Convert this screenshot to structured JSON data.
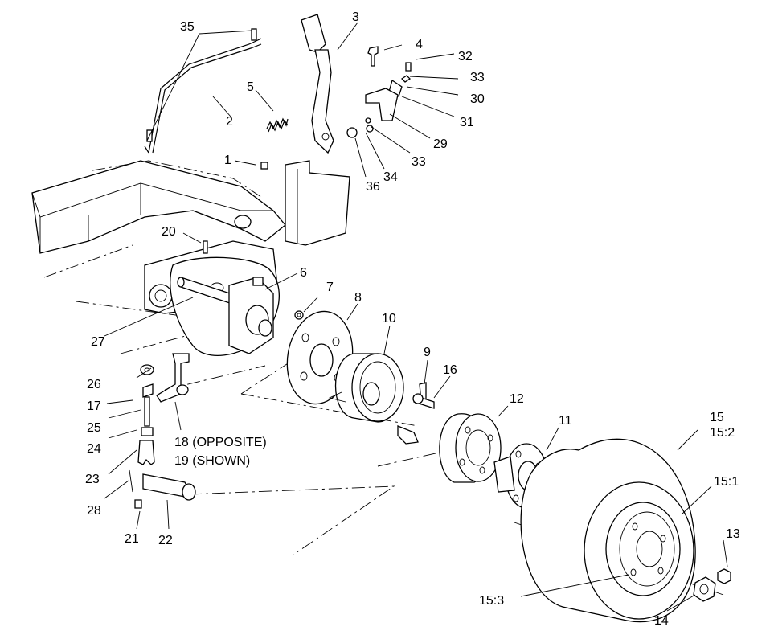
{
  "callouts": {
    "c1": "1",
    "c2": "2",
    "c3": "3",
    "c4": "4",
    "c5": "5",
    "c6": "6",
    "c7": "7",
    "c8": "8",
    "c9": "9",
    "c10": "10",
    "c11": "11",
    "c12": "12",
    "c13": "13",
    "c14": "14",
    "c15": "15",
    "c15_2": "15:2",
    "c15_1": "15:1",
    "c15_3": "15:3",
    "c16": "16",
    "c17": "17",
    "c18": "18 (OPPOSITE)",
    "c19": "19 (SHOWN)",
    "c20": "20",
    "c21": "21",
    "c22": "22",
    "c23": "23",
    "c24": "24",
    "c25": "25",
    "c26": "26",
    "c27": "27",
    "c28": "28",
    "c29": "29",
    "c30": "30",
    "c31": "31",
    "c32": "32",
    "c33a": "33",
    "c33b": "33",
    "c34": "34",
    "c35": "35",
    "c36": "36"
  },
  "colors": {
    "line": "#000000",
    "background": "#ffffff"
  }
}
